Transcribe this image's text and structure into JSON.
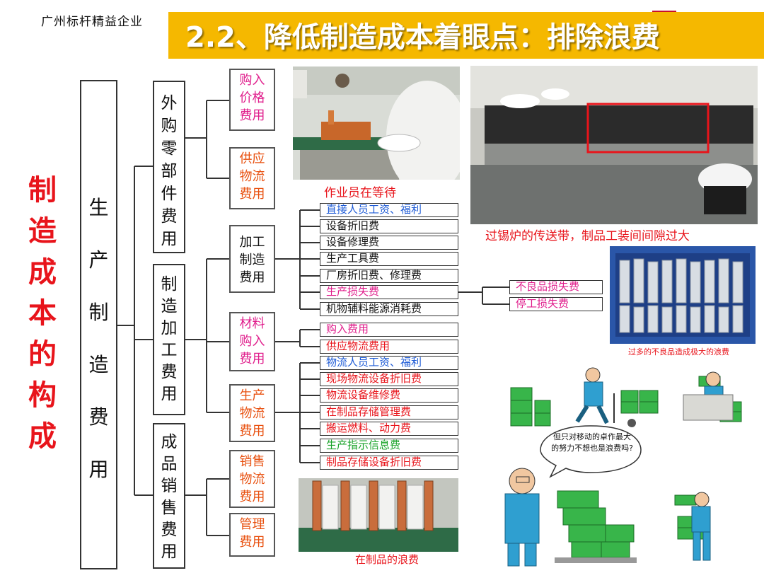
{
  "header": {
    "company": "广州标杆精益企业",
    "title": "2.2、降低制造成本着眼点：排除浪费"
  },
  "diagram": {
    "root": "制造成本的构成",
    "level1": "生产制造费用",
    "level2": [
      "外购零部件费用",
      "制造加工费用",
      "成品销售费用"
    ],
    "level3": [
      {
        "label": "购入价格费用",
        "color": "#e01e8c"
      },
      {
        "label": "供应物流费用",
        "color": "#e8500f"
      },
      {
        "label": "加工制造费用",
        "color": "#111111"
      },
      {
        "label": "材料购入费用",
        "color": "#e01e8c"
      },
      {
        "label": "生产物流费用",
        "color": "#e8500f"
      },
      {
        "label": "销售物流费用",
        "color": "#e8500f"
      },
      {
        "label": "管理费用",
        "color": "#e8500f"
      }
    ],
    "processing_items": [
      {
        "label": "直接人员工资、福利",
        "color": "#1e5bd6"
      },
      {
        "label": "设备折旧费",
        "color": "#111111"
      },
      {
        "label": "设备修理费",
        "color": "#111111"
      },
      {
        "label": "生产工具费",
        "color": "#111111"
      },
      {
        "label": "厂房折旧费、修理费",
        "color": "#111111"
      },
      {
        "label": "生产损失费",
        "color": "#e01e8c"
      },
      {
        "label": "机物辅料能源消耗费",
        "color": "#111111"
      }
    ],
    "loss_items": [
      {
        "label": "不良品损失费",
        "color": "#e01e8c"
      },
      {
        "label": "停工损失费",
        "color": "#e01e8c"
      }
    ],
    "material_items": [
      {
        "label": "购入费用",
        "color": "#e01e8c"
      },
      {
        "label": "供应物流费用",
        "color": "#e8141b"
      }
    ],
    "logistics_items": [
      {
        "label": "物流人员工资、福利",
        "color": "#1e5bd6"
      },
      {
        "label": "现场物流设备折旧费",
        "color": "#e8141b"
      },
      {
        "label": "物流设备维修费",
        "color": "#e8141b"
      },
      {
        "label": "在制品存储管理费",
        "color": "#e8141b"
      },
      {
        "label": "搬运燃料、动力费",
        "color": "#e8141b"
      },
      {
        "label": "生产指示信息费",
        "color": "#1aa32a"
      },
      {
        "label": "制品存储设备折旧费",
        "color": "#e8141b"
      }
    ]
  },
  "captions": {
    "waiting": "作业员在等待",
    "conveyor": "过锡炉的传送带，制品工装间间隙过大",
    "defects": "过多的不良品造成极大的浪费",
    "wip": "在制品的浪费"
  },
  "cartoon": {
    "speech": "但只对移动的卓作最大的努力不想也是浪费吗?"
  }
}
